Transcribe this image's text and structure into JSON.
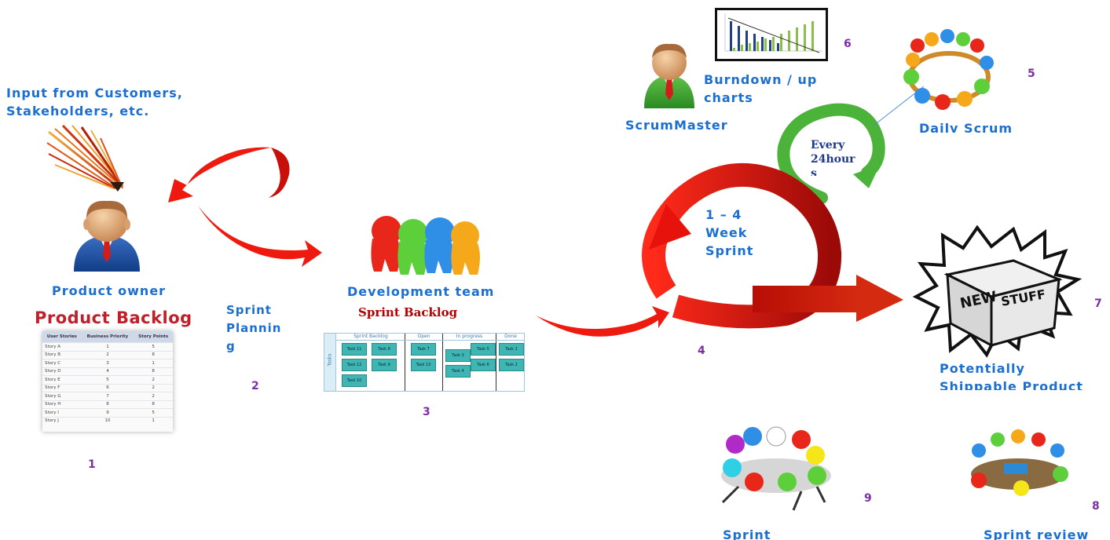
{
  "labels": {
    "input_line1": "Input from Customers,",
    "input_line2": "Stakeholders, etc.",
    "product_owner": "Product owner",
    "product_backlog": "Product Backlog",
    "sprint_planning_line1": "Sprint",
    "sprint_planning_line2": "Plannin",
    "sprint_planning_line3": "g",
    "development_team": "Development team",
    "sprint_backlog": "Sprint Backlog",
    "scrum_master": "ScrumMaster",
    "burndown_line1": "Burndown / up",
    "burndown_line2": "charts",
    "daily_scrum": "Daily Scrum",
    "every_line1": "Every",
    "every_line2": "24hour",
    "every_line3": "s",
    "sprint_length_line1": "1 – 4",
    "sprint_length_line2": "Week",
    "sprint_length_line3": "Sprint",
    "potentially_line1": "Potentially",
    "potentially_line2": "Shippable Product",
    "sprint_retro": "Sprint",
    "sprint_review": "Sprint review",
    "new_stuff_left": "NEW",
    "new_stuff_right": "STUFF"
  },
  "numbers": {
    "n1": "1",
    "n2": "2",
    "n3": "3",
    "n4": "4",
    "n5": "5",
    "n6": "6",
    "n7": "7",
    "n8": "8",
    "n9": "9"
  },
  "product_backlog_table": {
    "headers": [
      "User Stories",
      "Business Priority",
      "Story Points"
    ],
    "rows": [
      [
        "Story A",
        "1",
        "5"
      ],
      [
        "Story B",
        "2",
        "8"
      ],
      [
        "Story C",
        "3",
        "1"
      ],
      [
        "Story D",
        "4",
        "8"
      ],
      [
        "Story E",
        "5",
        "2"
      ],
      [
        "Story F",
        "6",
        "2"
      ],
      [
        "Story G",
        "7",
        "2"
      ],
      [
        "Story H",
        "8",
        "8"
      ],
      [
        "Story I",
        "9",
        "5"
      ],
      [
        "Story J",
        "10",
        "1"
      ]
    ]
  },
  "task_board": {
    "side_label": "Tasks",
    "columns": [
      "Sprint Backlog",
      "Open",
      "In progress",
      "Done"
    ],
    "tasks": {
      "sprint_backlog": [
        "Task 11",
        "Task 8",
        "Task 12",
        "Task 9",
        "Task 10"
      ],
      "open": [
        "Task 7",
        "Task 13"
      ],
      "in_progress": [
        "Task 3",
        "Task 5",
        "Task 4",
        "Task 6"
      ],
      "done": [
        "Task 1",
        "Task 2"
      ]
    }
  },
  "colors": {
    "label_blue": "#1a6fd1",
    "number_purple": "#7b2fa6",
    "arrow_red": "#e8120c",
    "cycle_green": "#4cb33a",
    "teal_task": "#3fb6b4"
  }
}
